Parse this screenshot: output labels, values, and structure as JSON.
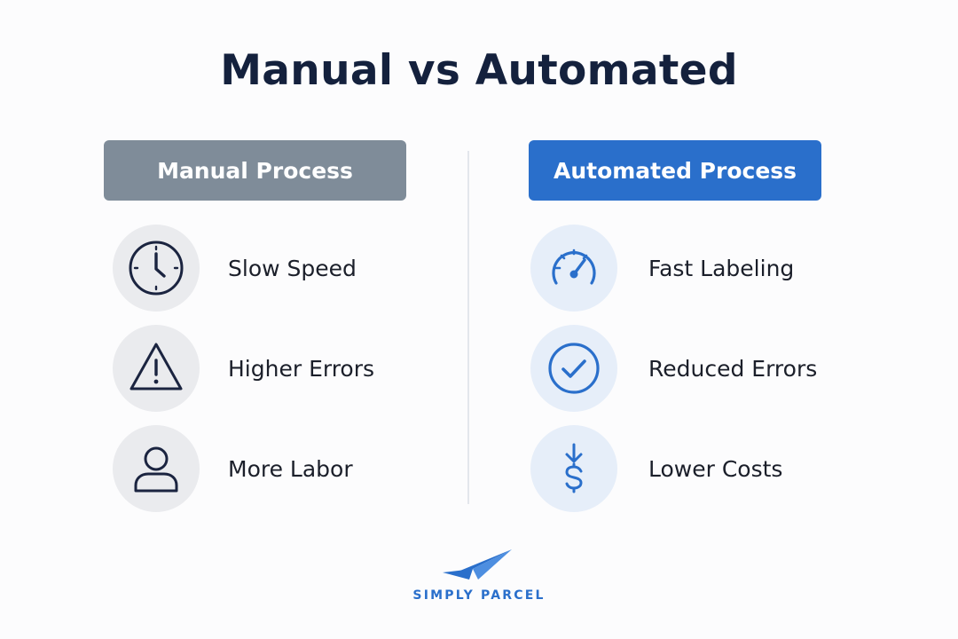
{
  "title": "Manual vs Automated",
  "colors": {
    "title": "#14213d",
    "manual_header": "#7f8c99",
    "automated_header": "#2a6fcb",
    "manual_icon": "#1b2440",
    "automated_icon": "#2a6fcb"
  },
  "manual": {
    "header": "Manual Process",
    "items": [
      {
        "label": "Slow Speed",
        "icon": "clock-icon"
      },
      {
        "label": "Higher Errors",
        "icon": "warning-icon"
      },
      {
        "label": "More Labor",
        "icon": "person-icon"
      }
    ]
  },
  "automated": {
    "header": "Automated Process",
    "items": [
      {
        "label": "Fast Labeling",
        "icon": "speedometer-icon"
      },
      {
        "label": "Reduced Errors",
        "icon": "check-circle-icon"
      },
      {
        "label": "Lower Costs",
        "icon": "dollar-down-icon"
      }
    ]
  },
  "brand": {
    "name": "SIMPLY PARCEL",
    "logo_icon": "paper-plane-icon"
  }
}
